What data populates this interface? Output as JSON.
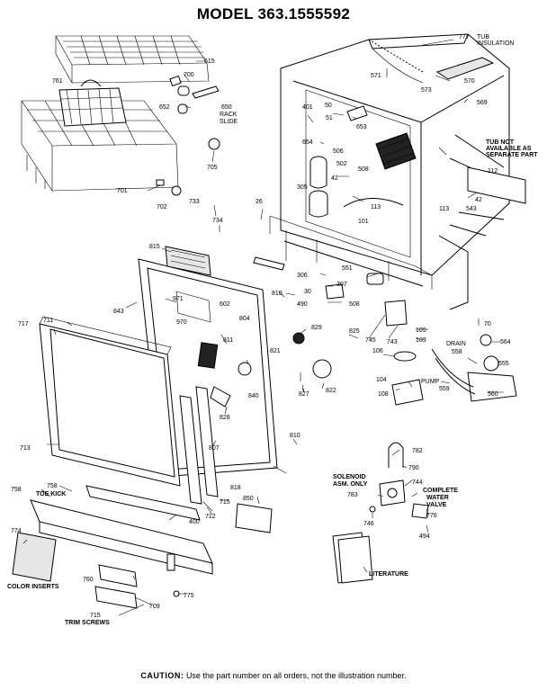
{
  "title": "MODEL 363.1555592",
  "caution_label": "CAUTION:",
  "caution_text": "Use the part number on all orders, not the illustration number.",
  "callouts": [
    "615",
    "700",
    "761",
    "650",
    "RACK",
    "SLIDE",
    "652",
    "705",
    "701",
    "702",
    "733",
    "734",
    "26",
    "777",
    "TUB",
    "INSULATION",
    "571",
    "573",
    "570",
    "569",
    "401",
    "50",
    "51",
    "653",
    "654",
    "502",
    "506",
    "508",
    "305",
    "42",
    "113",
    "101",
    "TUB NOT",
    "AVAILABLE AS",
    "SEPARATE PART",
    "112",
    "42",
    "543",
    "113",
    "815",
    "971",
    "970",
    "602",
    "804",
    "810",
    "843",
    "717",
    "711",
    "306",
    "307",
    "30",
    "490",
    "508",
    "551",
    "829",
    "821",
    "825",
    "745",
    "743",
    "105",
    "109",
    "106",
    "564",
    "DRAIN",
    "558",
    "555",
    "PUMP",
    "559",
    "560",
    "104",
    "108",
    "822",
    "827",
    "811",
    "840",
    "828",
    "807",
    "810",
    "70",
    "713",
    "758",
    "TOE KICK",
    "758",
    "712",
    "715",
    "818",
    "400",
    "850",
    "774",
    "COLOR INSERTS",
    "760",
    "709",
    "775",
    "715",
    "TRIM SCREWS",
    "782",
    "790",
    "SOLENOID",
    "ASM. ONLY",
    "744",
    "783",
    "COMPLETE",
    "WATER",
    "VALVE",
    "746",
    "776",
    "494",
    "LITERATURE"
  ]
}
